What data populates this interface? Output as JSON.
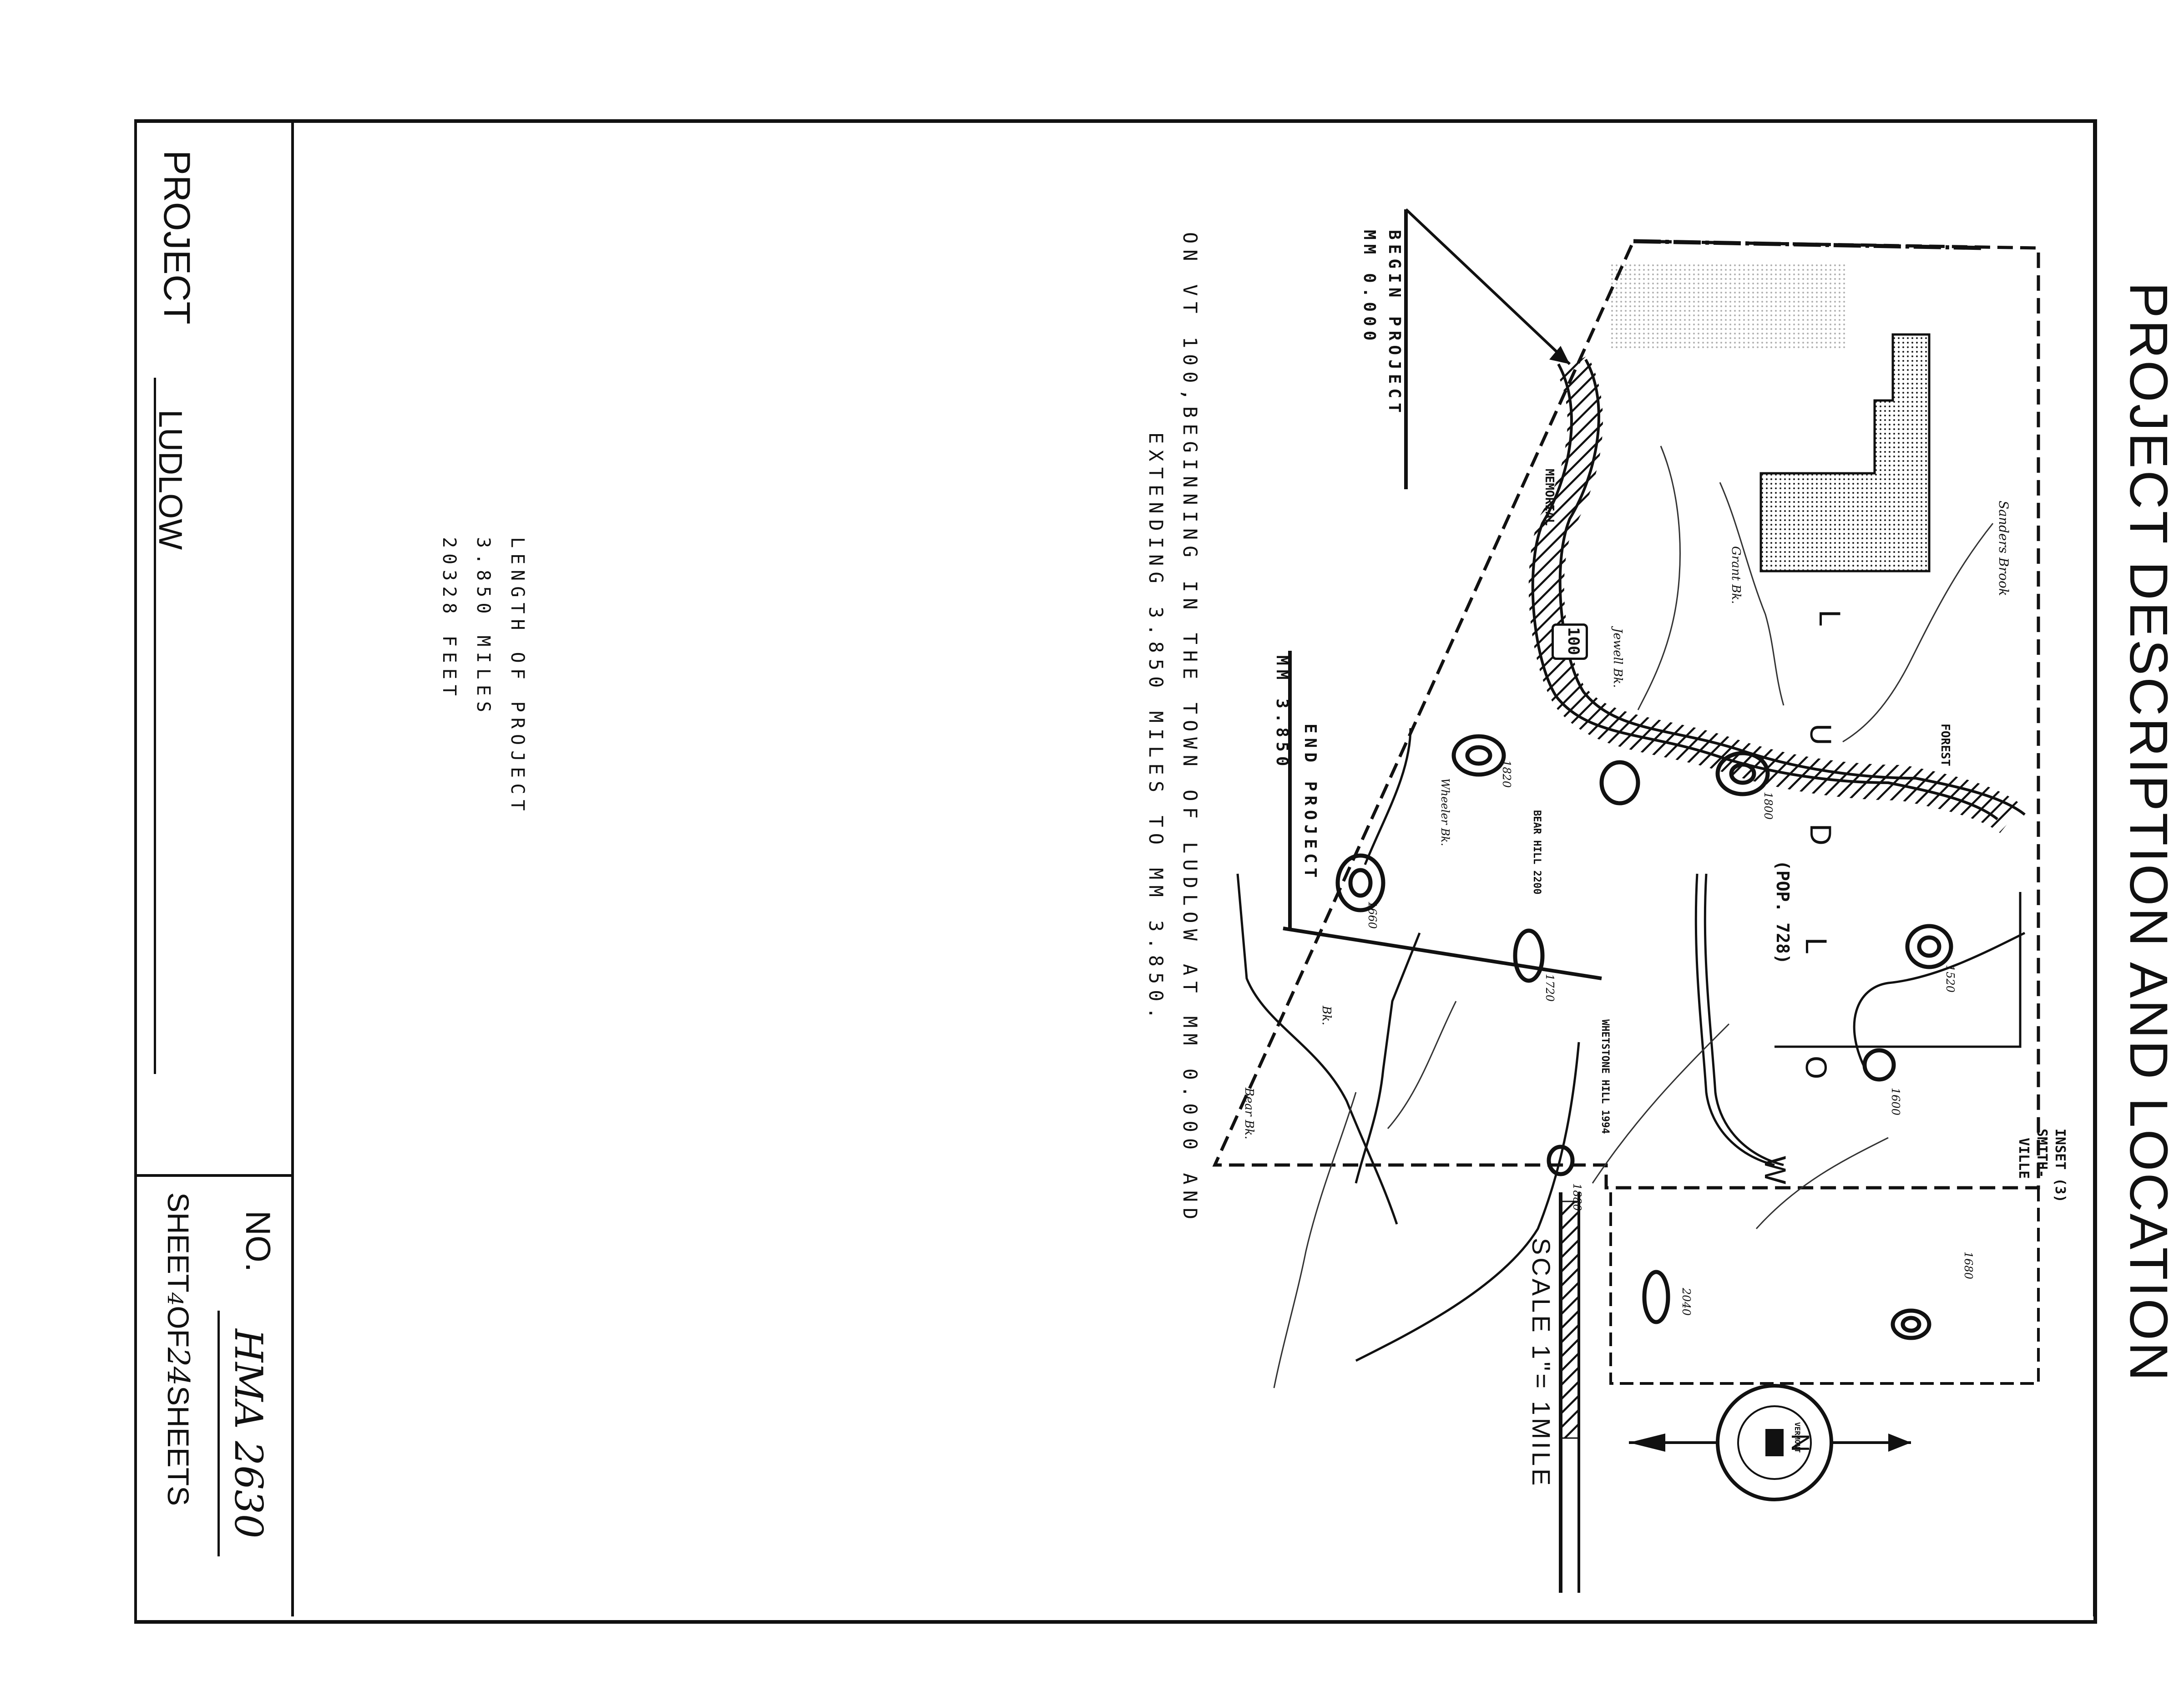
{
  "sheet_title": "PROJECT DESCRIPTION AND LOCATION",
  "title_block": {
    "project_label": "PROJECT",
    "project_name": "LUDLOW",
    "no_label": "NO.",
    "no_value": "HMA 2630",
    "sheet_prefix": "SHEET",
    "sheet_number": "4",
    "of_label": "OF",
    "sheet_total": "24",
    "sheets_suffix": "SHEETS"
  },
  "description": {
    "line1": "ON VT 100,BEGINNING IN THE TOWN OF LUDLOW AT MM 0.000 AND",
    "line2": "EXTENDING 3.850 MILES TO MM 3.850."
  },
  "length": {
    "title": "LENGTH OF PROJECT",
    "miles": "3.850 MILES",
    "feet": "20328 FEET"
  },
  "map": {
    "begin_project": "BEGIN PROJECT",
    "begin_mm": "MM 0.000",
    "end_project": "END PROJECT",
    "end_mm": "MM 3.850",
    "town_letters": [
      "L",
      "U",
      "D",
      "L",
      "O",
      "W"
    ],
    "population": "(POP. 728)",
    "route_shield": "100",
    "road_name_memorial": "MEMORIAL",
    "inset_label": "INSET (3)",
    "inset_place_1": "SMITH-",
    "inset_place_2": "VILLE",
    "forest_label": "FOREST",
    "hills": [
      {
        "name": "BEAR HILL",
        "elev": "2200"
      },
      {
        "name": "WHETSTONE HILL",
        "elev": "1994"
      }
    ],
    "contour_elevs": [
      "1820",
      "1800",
      "1660",
      "1720",
      "1600",
      "1520",
      "1880",
      "2040",
      "1680"
    ],
    "streams": [
      "Sanders Brook",
      "Grant Bk.",
      "Jewell Bk.",
      "Bk.",
      "Bear Bk.",
      "Wheeler Bk."
    ],
    "scale": "SCALE 1\"= 1MILE",
    "north": "N",
    "seal_text": "VERMONT"
  }
}
